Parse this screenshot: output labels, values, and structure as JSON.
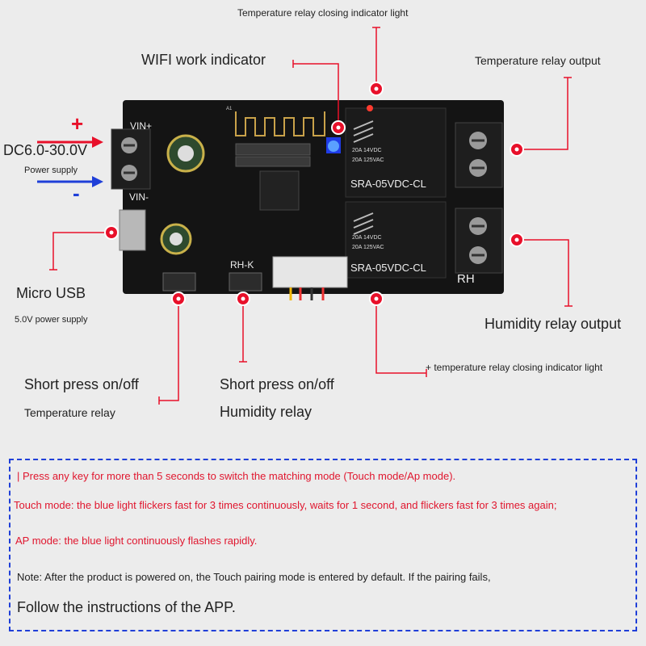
{
  "board": {
    "silk_vin_plus": "VIN+",
    "silk_vin_minus": "VIN-",
    "silk_rh_k": "RH-K",
    "silk_rh": "RH",
    "silk_a1": "A1",
    "relay1_rating1": "20A 14VDC",
    "relay1_rating2": "20A 125VAC",
    "relay1_model": "SRA-05VDC-CL",
    "relay2_rating1": "20A 14VDC",
    "relay2_rating2": "20A 125VAC",
    "relay2_model": "SRA-05VDC-CL"
  },
  "labels": {
    "temp_light_top": "Temperature relay closing indicator light",
    "wifi_indicator": "WIFI work indicator",
    "temp_relay_output": "Temperature relay output",
    "plus_sign": "+",
    "minus_sign": "-",
    "dc_range": "DC6.0-30.0V",
    "power_supply": "Power supply",
    "micro_usb": "Micro USB",
    "usb_power": "5.0V power supply",
    "humidity_output": "Humidity relay output",
    "humid_light": "+ temperature relay closing indicator light",
    "short_press_1": "Short press on/off",
    "temp_relay": "Temperature relay",
    "short_press_2": "Short press on/off",
    "humidity_relay": "Humidity relay"
  },
  "notes": {
    "line1": "| Press any key for more than 5 seconds to switch the matching mode (Touch mode/Ap mode).",
    "line2": "Touch mode: the blue light flickers fast for 3 times continuously, waits for 1 second, and flickers fast for 3 times again;",
    "line3": "AP mode: the blue light continuously flashes rapidly.",
    "line4": "Note: After the product is powered on, the Touch pairing mode is entered by default. If the pairing fails,",
    "line5": "Follow the instructions of the APP."
  },
  "colors": {
    "accent_red": "#e8102a",
    "note_red": "#e0162e",
    "box_blue": "#1f3fd8",
    "pcb": "#141414"
  }
}
